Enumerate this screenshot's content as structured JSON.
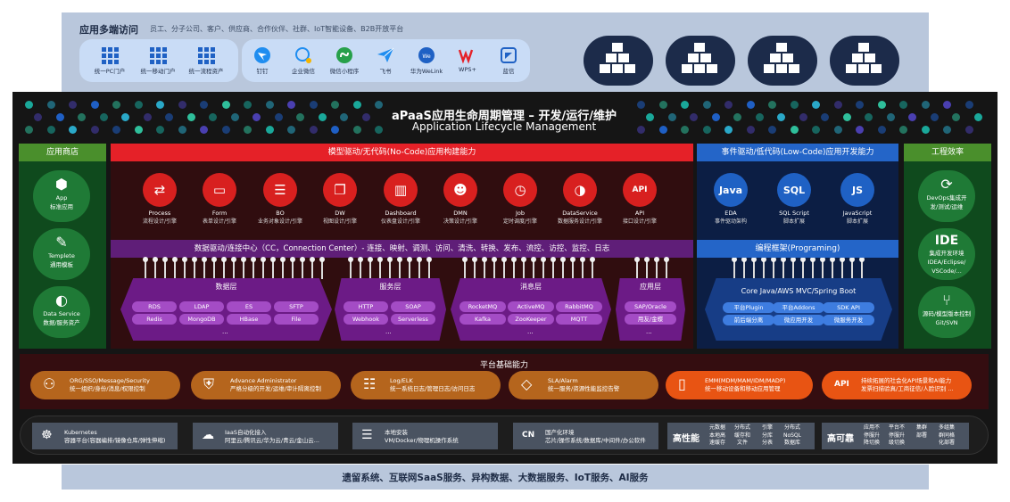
{
  "access": {
    "title": "应用多端访问",
    "subtitle": "员工、分子公司、客户、供应商、合作伙伴、社群、IoT智能设备、B2B开放平台",
    "portals": [
      {
        "label": "统一PC门户",
        "icon": "grid-icon"
      },
      {
        "label": "统一移动门户",
        "icon": "grid-icon"
      },
      {
        "label": "统一流程资产",
        "icon": "grid-icon"
      }
    ],
    "apps": [
      {
        "label": "钉钉",
        "icon": "dingtalk-icon"
      },
      {
        "label": "企业微信",
        "icon": "wecom-icon"
      },
      {
        "label": "微信小程序",
        "icon": "miniprogram-icon"
      },
      {
        "label": "飞书",
        "icon": "feishu-icon"
      },
      {
        "label": "华为WeLink",
        "icon": "welink-icon"
      },
      {
        "label": "WPS+",
        "icon": "wps-icon"
      },
      {
        "label": "蓝信",
        "icon": "lanxin-icon"
      }
    ]
  },
  "header": {
    "title": "aPaaS应用生命周期管理 – 开发/运行/维护",
    "subtitle": "Application Lifecycle Management"
  },
  "app_store": {
    "title": "应用商店",
    "cards": [
      {
        "line1": "App",
        "line2": "标准应用",
        "icon": "cube-icon"
      },
      {
        "line1": "Templete",
        "line2": "通用模板",
        "icon": "template-icon"
      },
      {
        "line1": "Data Service",
        "line2": "数据/服务资产",
        "icon": "data-service-icon"
      }
    ]
  },
  "nocode": {
    "title": "模型驱动/无代码(No-Code)应用构建能力",
    "engines": [
      {
        "name": "Process",
        "desc": "流程设计/引擎",
        "icon": "process-icon"
      },
      {
        "name": "Form",
        "desc": "表单设计/引擎",
        "icon": "form-icon"
      },
      {
        "name": "BO",
        "desc": "业务对象设计/引擎",
        "icon": "database-icon"
      },
      {
        "name": "DW",
        "desc": "视图设计/引擎",
        "icon": "view-icon"
      },
      {
        "name": "Dashboard",
        "desc": "仪表盘设计/引擎",
        "icon": "bar-chart-icon"
      },
      {
        "name": "DMN",
        "desc": "决策设计/引擎",
        "icon": "decision-icon"
      },
      {
        "name": "Job",
        "desc": "定时调度/引擎",
        "icon": "clock-icon"
      },
      {
        "name": "DataService",
        "desc": "数据服务设计/引擎",
        "icon": "data-service-icon"
      },
      {
        "name": "API",
        "desc": "接口设计/引擎",
        "icon": "api-icon"
      }
    ]
  },
  "lowcode": {
    "title": "事件驱动/低代码(Low-Code)应用开发能力",
    "engines": [
      {
        "name": "EDA",
        "desc": "事件驱动架构",
        "glyph": "Java"
      },
      {
        "name": "SQL Script",
        "desc": "脚本扩展",
        "glyph": "SQL"
      },
      {
        "name": "JavaScript",
        "desc": "脚本扩展",
        "glyph": "JS"
      }
    ]
  },
  "efficiency": {
    "title": "工程效率",
    "cards": [
      {
        "line1": "DevOps集成开",
        "line2": "发/测试/运维",
        "icon": "devops-icon"
      },
      {
        "line1": "集成开发环境",
        "line2": "IDEA/Eclipse/",
        "line3": "VSCode/...",
        "glyph": "IDE"
      },
      {
        "line1": "源码/模型版本控制",
        "line2": "Git/SVN",
        "icon": "git-icon"
      }
    ]
  },
  "connection": {
    "title": "数据驱动/连接中心（CC，Connection Center）- 连接、映射、调测、访问、清洗、转换、发布、流控、访控、监控、日志",
    "groups": [
      {
        "title": "数据层",
        "items": [
          "RDS",
          "LDAP",
          "ES",
          "SFTP",
          "Redis",
          "MongoDB",
          "HBase",
          "File"
        ],
        "more": "..."
      },
      {
        "title": "服务层",
        "items": [
          "HTTP",
          "SOAP",
          "Webhook",
          "Serverless"
        ],
        "more": "..."
      },
      {
        "title": "消息层",
        "items": [
          "RocketMQ",
          "ActiveMQ",
          "RabbitMQ",
          "Kafka",
          "ZooKeeper",
          "MQTT"
        ],
        "more": "..."
      },
      {
        "title": "应用层",
        "items": [
          "SAP/Oracle",
          "用友/金蝶"
        ],
        "more": "..."
      }
    ]
  },
  "programming": {
    "title": "编程框架(Programing)",
    "core": "Core Java/AWS MVC/Spring Boot",
    "items": [
      "平台Plugin",
      "平台Addons",
      "SDK API",
      "前后端分离",
      "微应用开发",
      "微服务开发"
    ]
  },
  "platform": {
    "title": "平台基础能力",
    "cards": [
      {
        "line1": "ORG/SSO/Message/Security",
        "line2": "统一组织/身份/消息/权限控制",
        "icon": "org-icon",
        "color": "#b5651d"
      },
      {
        "line1": "Advance Administrator",
        "line2": "严格分级的开发/运维/审计隔离控制",
        "icon": "shield-check-icon",
        "color": "#b5651d"
      },
      {
        "line1": "Log/ELK",
        "line2": "统一系统日志/管理日志/访问日志",
        "icon": "log-icon",
        "color": "#b5651d"
      },
      {
        "line1": "SLA/Alarm",
        "line2": "统一服务/资源性能监控告警",
        "icon": "alarm-icon",
        "color": "#b5651d"
      },
      {
        "line1": "EMM(MDM/MAM/IDM/MADP)",
        "line2": "统一移动设备和移动应用管理",
        "icon": "mobile-icon",
        "color": "#e85413"
      },
      {
        "line1": "持续拓展的社会化API场景和AI能力",
        "line2": "发票扫描验真/工商征信/人脸识别 ...",
        "icon": "api-icon",
        "color": "#e85413"
      }
    ]
  },
  "infra": {
    "cards": [
      {
        "line1": "Kubernetes",
        "line2": "容器平台(容器编排/镜像仓库/弹性伸缩)",
        "icon": "helm-icon"
      },
      {
        "line1": "IaaS自动化接入",
        "line2": "阿里云/腾讯云/华为云/青云/金山云...",
        "icon": "cloud-icon"
      },
      {
        "line1": "本地安装",
        "line2": "VM/Docker/物理机操作系统",
        "icon": "server-icon"
      },
      {
        "line1": "国产化环境",
        "line2": "芯片/操作系统/数据库/中间件/办公软件",
        "icon": "chip-icon"
      }
    ],
    "ha": {
      "title": "高性能",
      "items": [
        [
          "元数据",
          "本地高",
          "速缓存"
        ],
        [
          "分布式",
          "缓存和",
          "文件"
        ],
        [
          "引擎",
          "分库",
          "分表"
        ],
        [
          "分布式",
          "NoSQL",
          "数据库"
        ]
      ]
    },
    "hr": {
      "title": "高可靠",
      "items": [
        [
          "应用不",
          "停服升",
          "降切换"
        ],
        [
          "平台不",
          "停服升",
          "级切换"
        ],
        [
          "集群",
          "部署"
        ],
        [
          "多组集",
          "群同格",
          "化部署"
        ]
      ]
    }
  },
  "footer": "遗留系统、互联网SaaS服务、异构数据、大数据服务、IoT服务、AI服务",
  "colors": {
    "green": "#4a8f2c",
    "red": "#e52128",
    "blue": "#2465c8",
    "purple": "#6c1b86",
    "orange": "#e85413"
  }
}
